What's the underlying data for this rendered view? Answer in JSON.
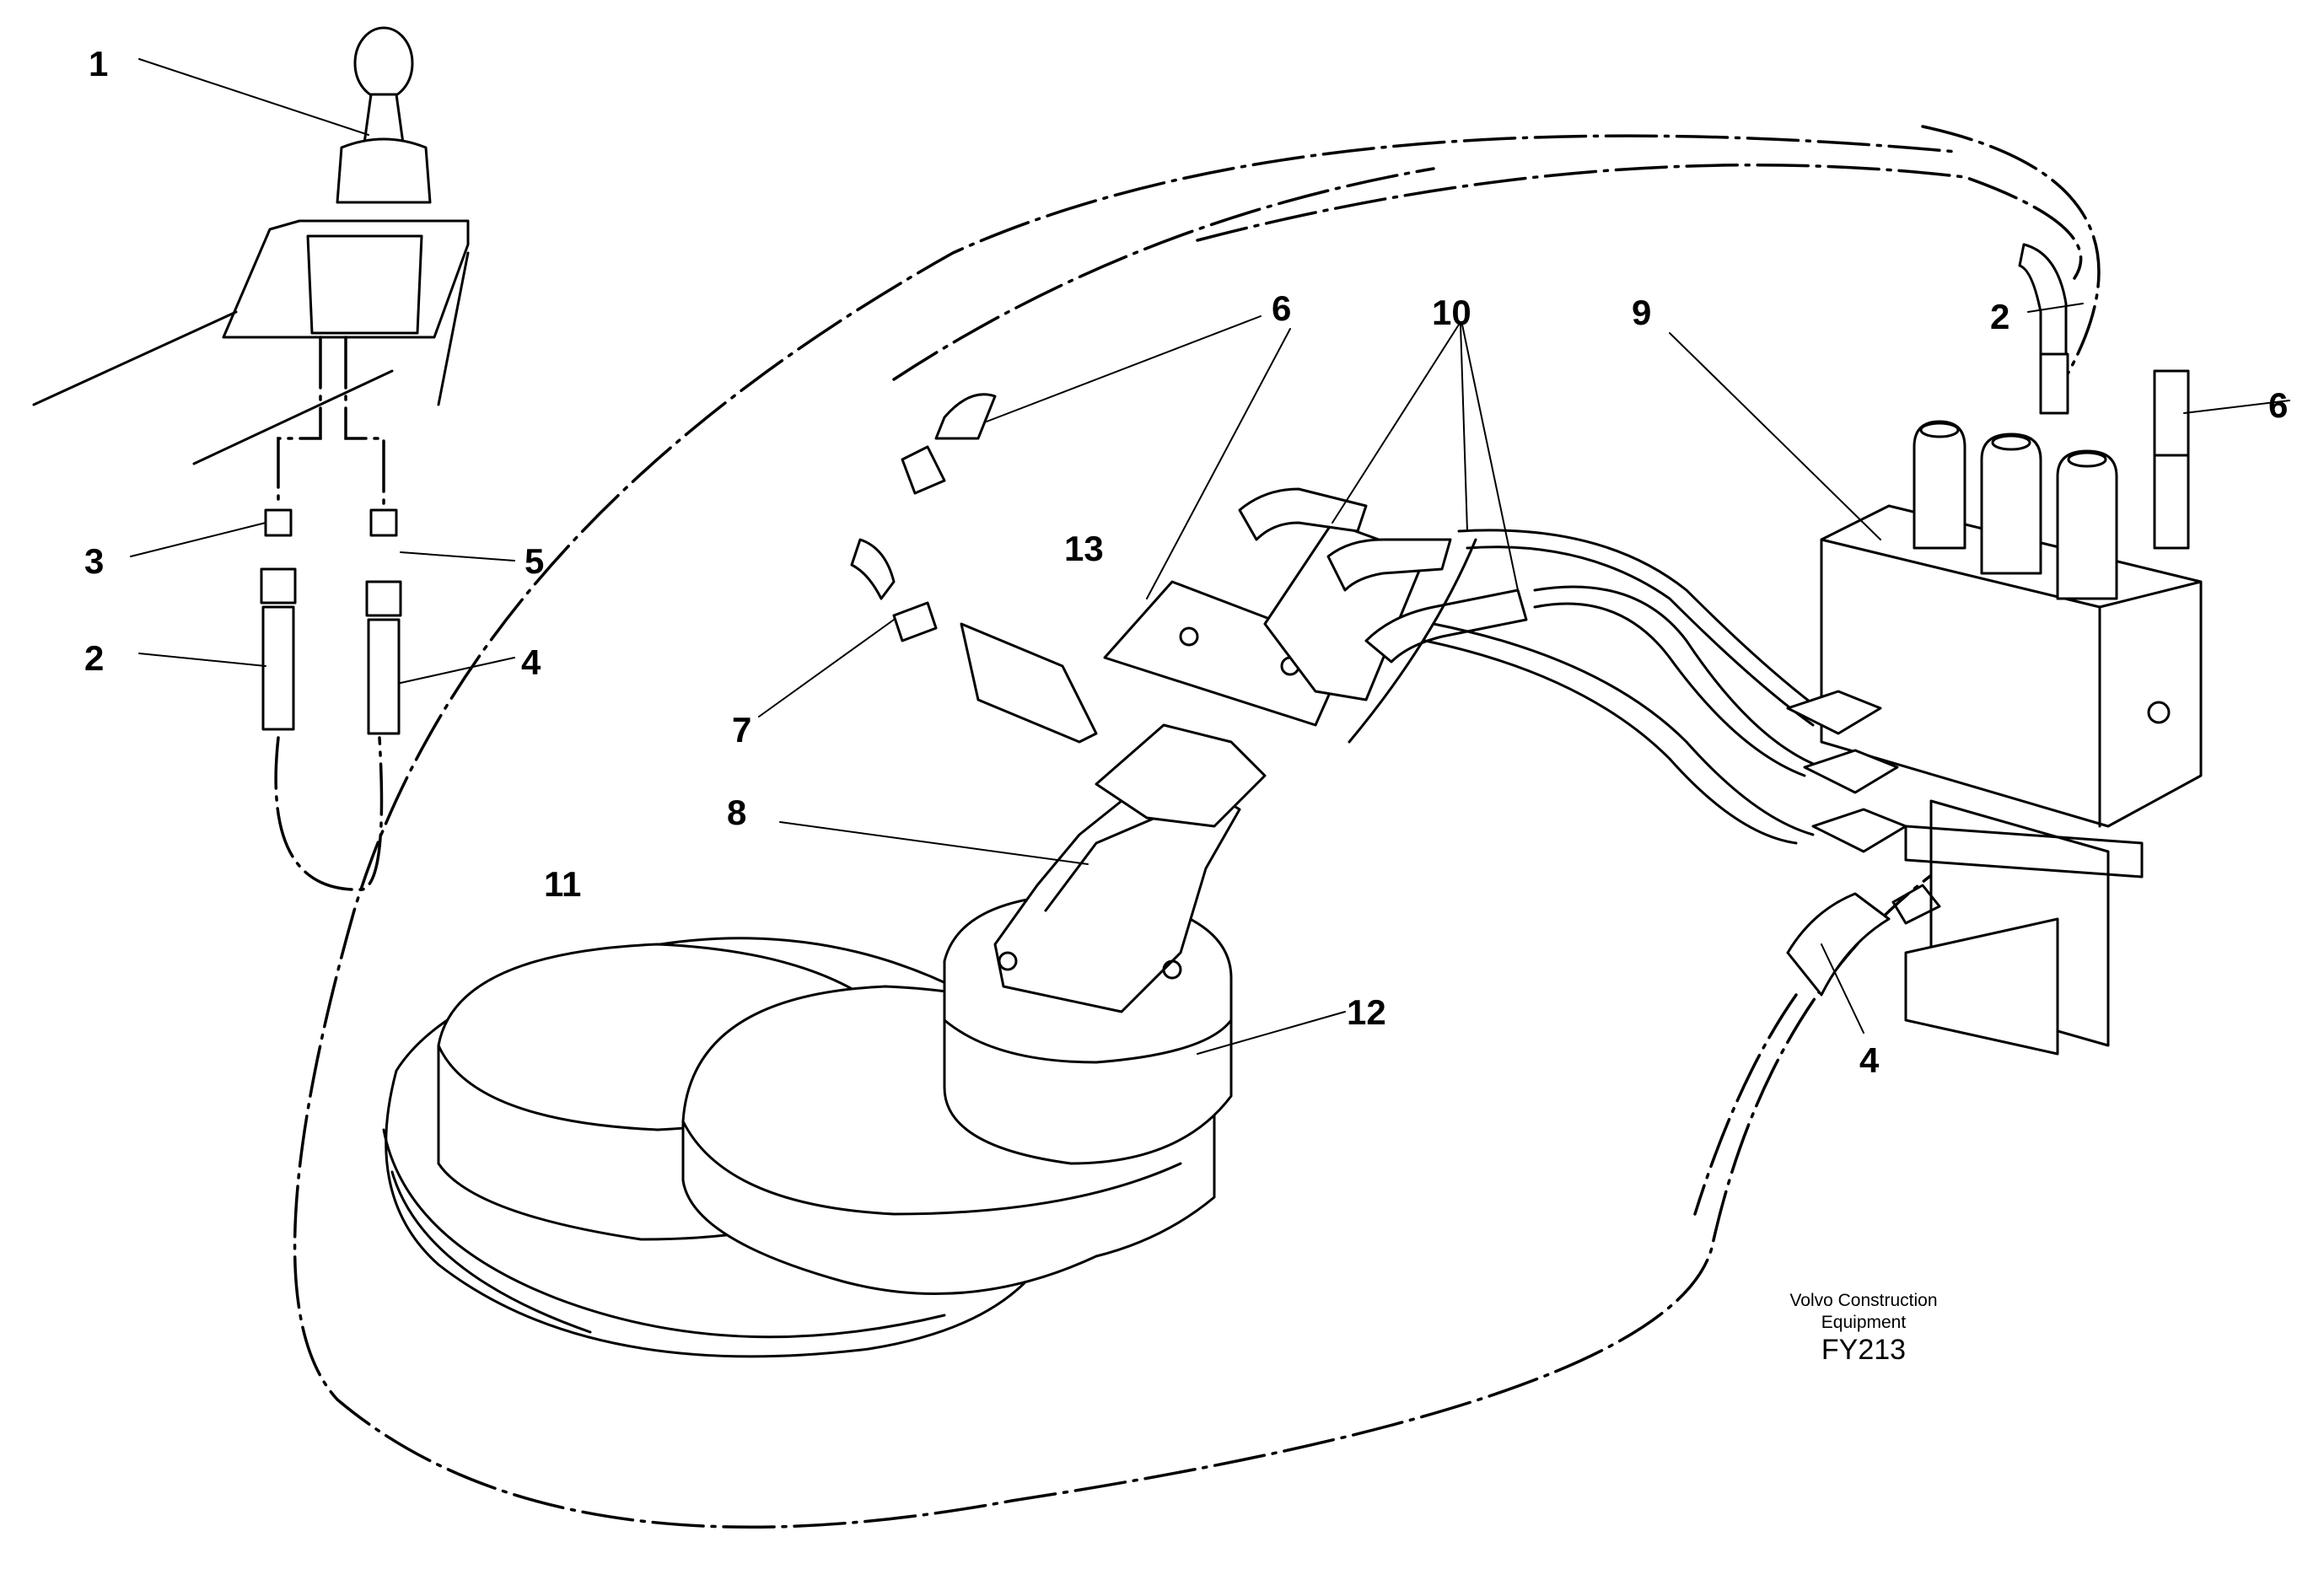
{
  "callouts": {
    "c1": "1",
    "c2_left": "2",
    "c3": "3",
    "c4_left": "4",
    "c5": "5",
    "c6_mid": "6",
    "c7": "7",
    "c8": "8",
    "c9": "9",
    "c10": "10",
    "c11": "11",
    "c12": "12",
    "c13": "13",
    "c2_right": "2",
    "c6_right": "6",
    "c4_right": "4"
  },
  "credit": {
    "line1": "Volvo Construction",
    "line2": "Equipment",
    "code": "FY213"
  }
}
